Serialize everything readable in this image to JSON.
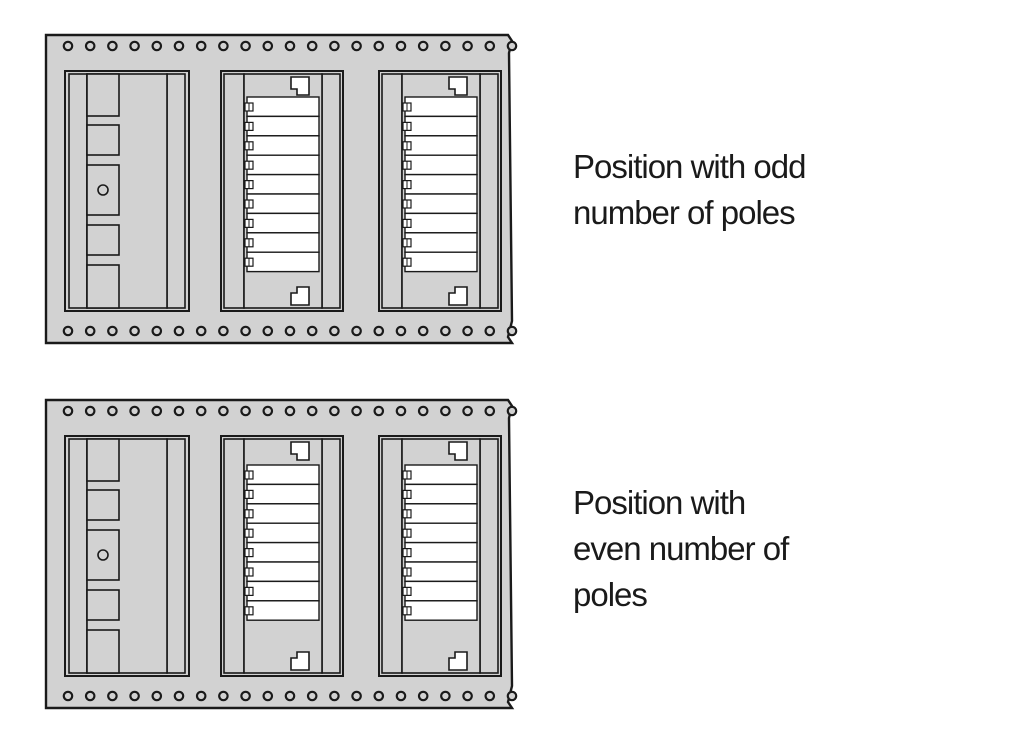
{
  "diagrams": [
    {
      "caption_lines": [
        "Position with odd",
        "number of poles"
      ],
      "terminal_blocks": [
        {
          "pole_count": 9
        },
        {
          "pole_count": 9
        }
      ]
    },
    {
      "caption_lines": [
        "Position with",
        "even number of",
        "poles"
      ],
      "terminal_blocks": [
        {
          "pole_count": 8
        },
        {
          "pole_count": 8
        }
      ]
    }
  ],
  "colors": {
    "carrier": "#d2d2d2",
    "outline": "#1a1a1a",
    "block": "#ffffff",
    "text": "#1a1a1a"
  }
}
